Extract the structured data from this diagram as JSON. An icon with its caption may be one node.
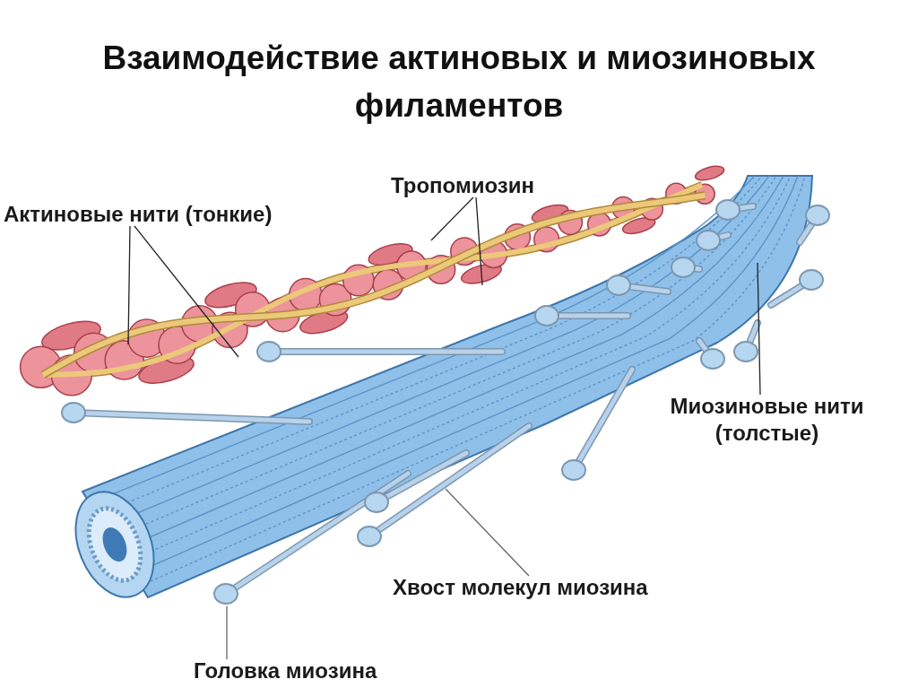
{
  "diagram": {
    "title": "Взаимодействие актиновых и миозиновых филаментов",
    "nodes": [
      {
        "text": [
          "Актиновые нити (тонкие)"
        ]
      },
      {
        "text": [
          "Тропомиозин"
        ]
      },
      {
        "text": [
          "Миозиновые нити (толстые)"
        ]
      },
      {
        "text": [
          "Хвост молекул миозина"
        ]
      },
      {
        "text": [
          "Головка миозина"
        ]
      }
    ],
    "edges": [
      {
        "from": 0,
        "to": null,
        "arrow": "none"
      },
      {
        "from": 0,
        "to": null,
        "arrow": "none"
      },
      {
        "from": 1,
        "to": null,
        "arrow": "none"
      },
      {
        "from": 1,
        "to": null,
        "arrow": "none"
      },
      {
        "from": 2,
        "to": null,
        "arrow": "none"
      },
      {
        "from": 3,
        "to": null,
        "arrow": "none"
      },
      {
        "from": 4,
        "to": null,
        "arrow": "none"
      }
    ]
  }
}
